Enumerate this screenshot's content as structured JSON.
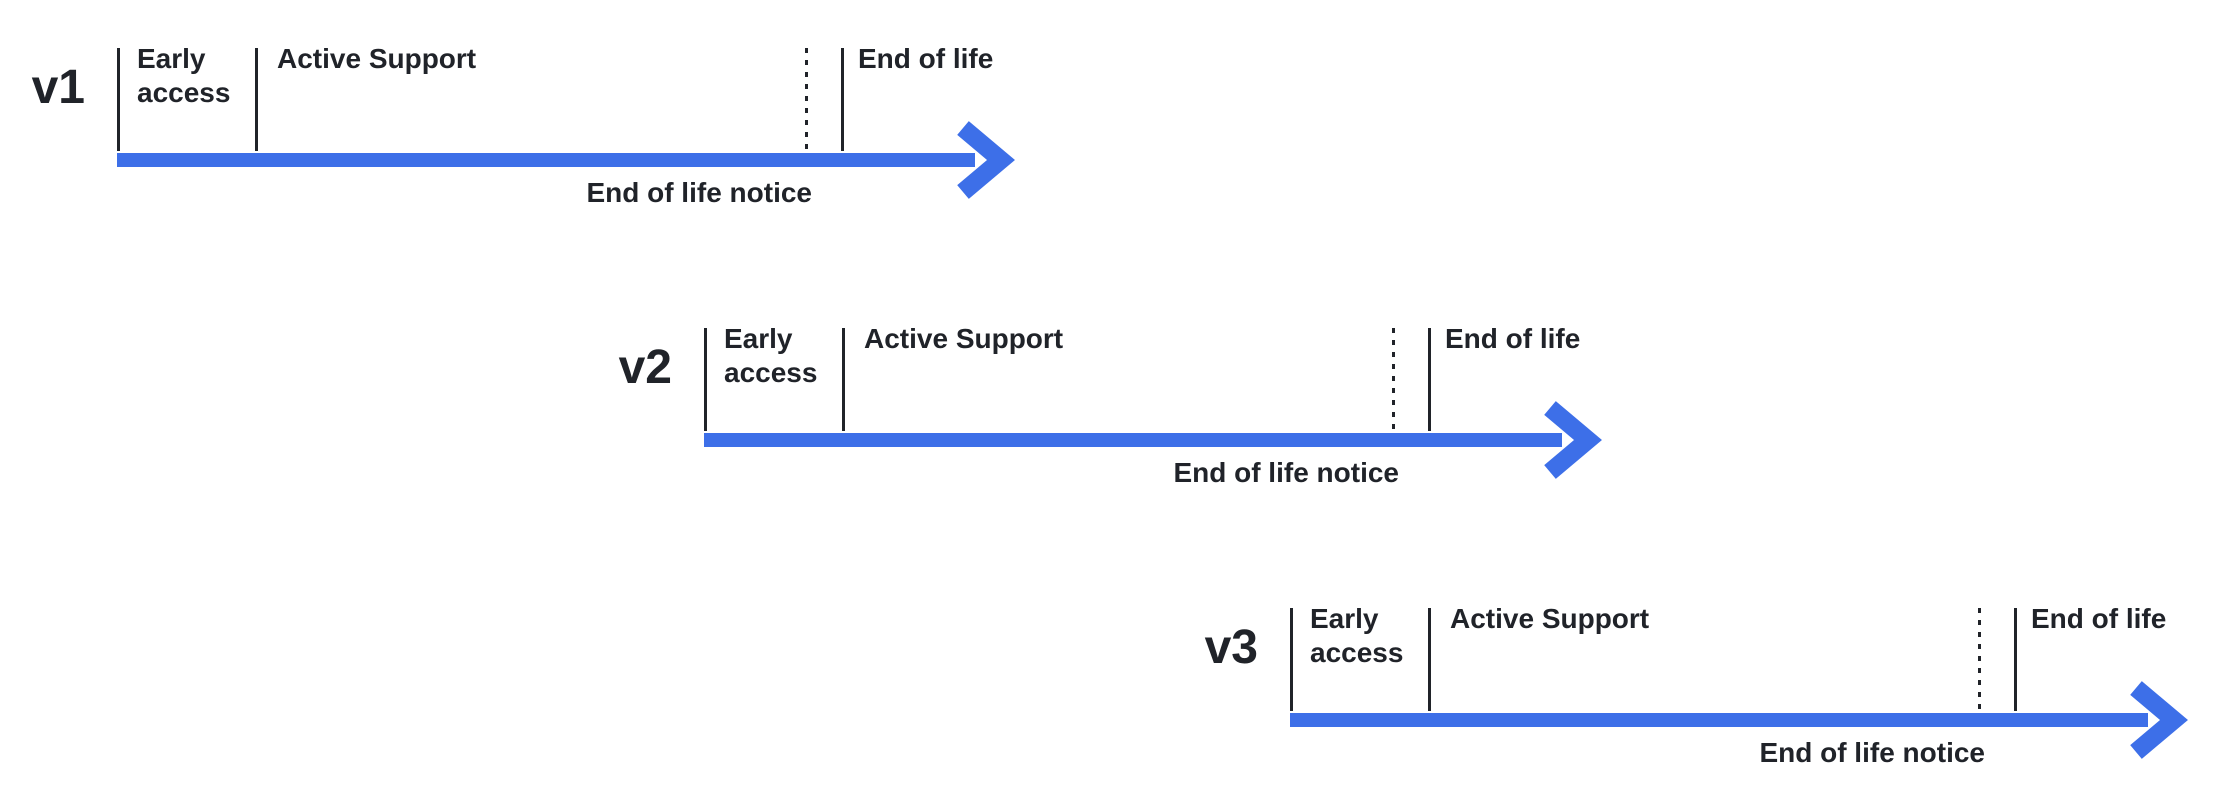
{
  "colors": {
    "arrow": "#3D6FE8",
    "text": "#202329",
    "background": "#FFFFFF"
  },
  "timelines": [
    {
      "version": "v1",
      "phases": {
        "early_access": "Early access",
        "active_support": "Active Support",
        "end_of_life": "End of life",
        "end_of_life_notice": "End of life notice"
      }
    },
    {
      "version": "v2",
      "phases": {
        "early_access": "Early access",
        "active_support": "Active Support",
        "end_of_life": "End of life",
        "end_of_life_notice": "End of life notice"
      }
    },
    {
      "version": "v3",
      "phases": {
        "early_access": "Early access",
        "active_support": "Active Support",
        "end_of_life": "End of life",
        "end_of_life_notice": "End of life notice"
      }
    }
  ]
}
